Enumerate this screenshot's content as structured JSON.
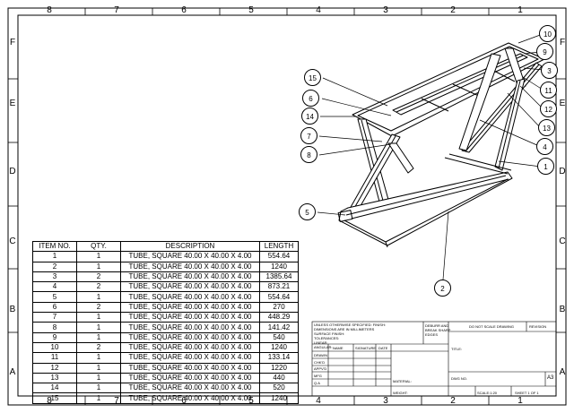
{
  "zones": {
    "columns_top": [
      "8",
      "7",
      "6",
      "5",
      "4",
      "3",
      "2",
      "1"
    ],
    "columns_bottom": [
      "8",
      "7",
      "6",
      "5",
      "4",
      "3",
      "2",
      "1"
    ],
    "rows_left": [
      "F",
      "E",
      "D",
      "C",
      "B",
      "A"
    ],
    "rows_right": [
      "F",
      "E",
      "D",
      "C",
      "B",
      "A"
    ]
  },
  "bom": {
    "headers": [
      "ITEM NO.",
      "QTY.",
      "DESCRIPTION",
      "LENGTH"
    ],
    "rows": [
      [
        "1",
        "1",
        "TUBE, SQUARE 40.00 X 40.00 X 4.00",
        "554.64"
      ],
      [
        "2",
        "1",
        "TUBE, SQUARE 40.00 X 40.00 X 4.00",
        "1240"
      ],
      [
        "3",
        "2",
        "TUBE, SQUARE 40.00 X 40.00 X 4.00",
        "1385.64"
      ],
      [
        "4",
        "2",
        "TUBE, SQUARE 40.00 X 40.00 X 4.00",
        "873.21"
      ],
      [
        "5",
        "1",
        "TUBE, SQUARE 40.00 X 40.00 X 4.00",
        "554.64"
      ],
      [
        "6",
        "2",
        "TUBE, SQUARE 40.00 X 40.00 X 4.00",
        "270"
      ],
      [
        "7",
        "1",
        "TUBE, SQUARE 40.00 X 40.00 X 4.00",
        "448.29"
      ],
      [
        "8",
        "1",
        "TUBE, SQUARE 40.00 X 40.00 X 4.00",
        "141.42"
      ],
      [
        "9",
        "1",
        "TUBE, SQUARE 40.00 X 40.00 X 4.00",
        "540"
      ],
      [
        "10",
        "2",
        "TUBE, SQUARE 40.00 X 40.00 X 4.00",
        "1240"
      ],
      [
        "11",
        "1",
        "TUBE, SQUARE 40.00 X 40.00 X 4.00",
        "133.14"
      ],
      [
        "12",
        "1",
        "TUBE, SQUARE 40.00 X 40.00 X 4.00",
        "1220"
      ],
      [
        "13",
        "1",
        "TUBE, SQUARE 40.00 X 40.00 X 4.00",
        "440"
      ],
      [
        "14",
        "1",
        "TUBE, SQUARE 40.00 X 40.00 X 4.00",
        "520"
      ],
      [
        "15",
        "1",
        "TUBE, SQUARE 40.00 X 40.00 X 4.00",
        "1240"
      ]
    ]
  },
  "balloons": [
    "1",
    "2",
    "3",
    "4",
    "5",
    "6",
    "7",
    "8",
    "9",
    "10",
    "11",
    "12",
    "13",
    "14",
    "15"
  ],
  "title_block": {
    "notes": [
      "UNLESS OTHERWISE SPECIFIED:  FINISH:",
      "DIMENSIONS ARE IN MILLIMETERS",
      "SURFACE FINISH:",
      "TOLERANCES:",
      "LINEAR:",
      "ANGULAR:"
    ],
    "deburr": [
      "DEBURR AND",
      "BREAK SHARP",
      "EDGES"
    ],
    "do_not_scale": "DO NOT SCALE DRAWING",
    "revision": "REVISION",
    "col_name": "NAME",
    "col_signature": "SIGNATURE",
    "col_date": "DATE",
    "title_label": "TITLE:",
    "roles": [
      "DRAWN",
      "CHK'D",
      "APPV'D",
      "MFG",
      "Q.A"
    ],
    "material": "MATERIAL:",
    "dwg_no": "DWG NO.",
    "size": "A3",
    "weight": "WEIGHT:",
    "scale": "SCALE:1:20",
    "sheet": "SHEET 1 OF 1"
  }
}
